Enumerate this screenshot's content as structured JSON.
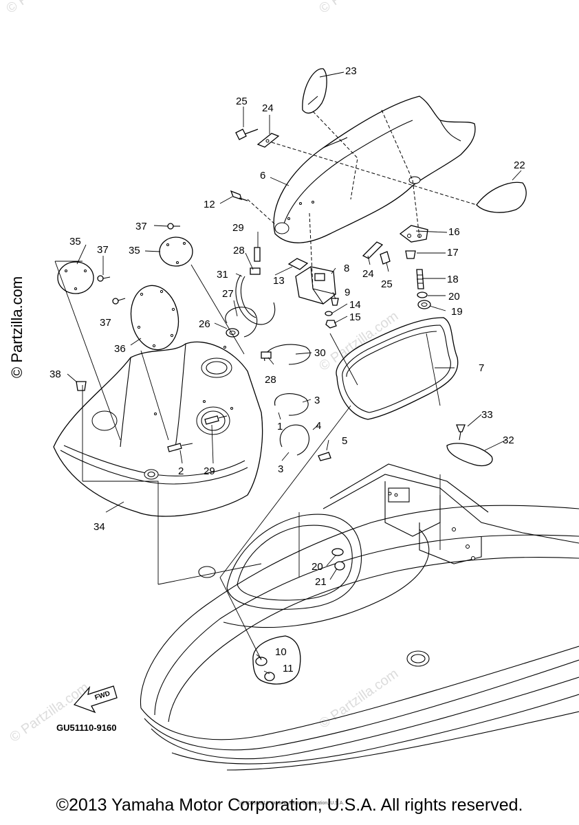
{
  "callouts": [
    "1",
    "2",
    "3",
    "3",
    "4",
    "5",
    "6",
    "7",
    "8",
    "9",
    "10",
    "11",
    "12",
    "13",
    "14",
    "15",
    "16",
    "17",
    "18",
    "19",
    "20",
    "20",
    "21",
    "22",
    "23",
    "24",
    "24",
    "25",
    "25",
    "26",
    "27",
    "28",
    "28",
    "29",
    "29",
    "30",
    "31",
    "32",
    "33",
    "34",
    "35",
    "35",
    "36",
    "37",
    "37",
    "37",
    "38"
  ],
  "diagram_code": "GU51110-9160",
  "fwd_label": "FWD",
  "watermark": {
    "brand": "© Partzilla.com",
    "faint": "© Partzilla.com"
  },
  "copyright": "©2013 Yamaha Motor Corporation, U.S.A. All rights reserved.",
  "fine_print": "(c) 2005-2016 Yamaha Motor Corporation, U.S.A."
}
